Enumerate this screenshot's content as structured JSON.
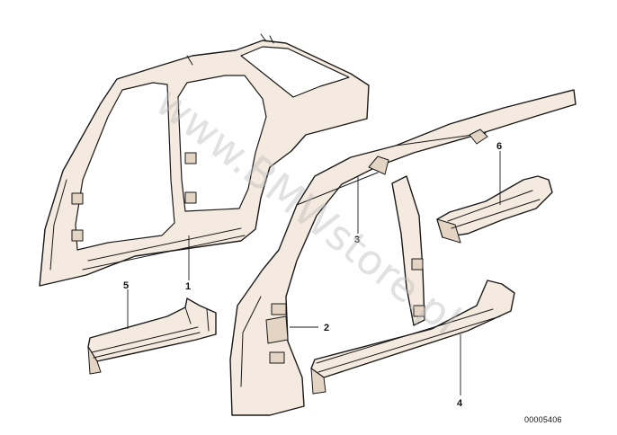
{
  "diagram": {
    "callouts": [
      "1",
      "2",
      "3",
      "4",
      "5",
      "6"
    ],
    "reference_number": "00005406",
    "watermark": "www.BMWstore.pl"
  },
  "colors": {
    "part_fill": "#f4eadf",
    "line": "#1a1a1a",
    "background": "#ffffff"
  }
}
